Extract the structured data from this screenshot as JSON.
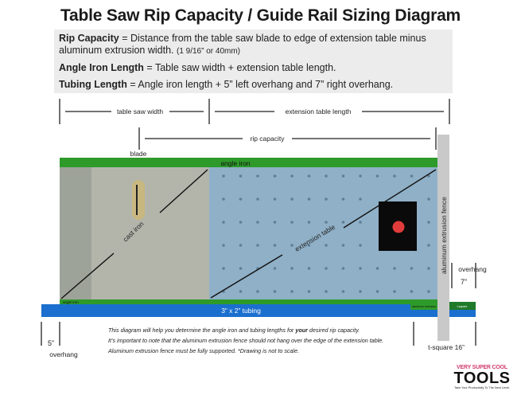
{
  "title": "Table Saw Rip Capacity / Guide Rail Sizing Diagram",
  "definitions": {
    "rip_capacity": {
      "term": "Rip Capacity",
      "text": " = Distance from the table saw blade to edge of extension table minus",
      "text2": "aluminum extrusion width. ",
      "note": "(1 9/16” or 40mm)"
    },
    "angle_iron": {
      "term": "Angle Iron Length",
      "text": " = Table saw width + extension table length."
    },
    "tubing": {
      "term": "Tubing Length",
      "text": " = Angle iron length + 5” left overhang and 7” right overhang."
    }
  },
  "diagram": {
    "dim_table_saw_width": "table saw width",
    "dim_extension_table_length": "extension table length",
    "dim_rip_capacity": "rip capacity",
    "blade": "blade",
    "angle_iron": "angle iron",
    "angle_iron_small": "angle iron",
    "cast_iron": "cast iron",
    "extension_table": "extension table",
    "fence": "aluminum extrusion fence",
    "tubing": "3” x 2” tubing",
    "left_overhang_value": "5”",
    "left_overhang_label": "overhang",
    "right_overhang_value": "7”",
    "right_overhang_label": "overhang",
    "tsquare": "t-square 16”",
    "tiny_right_1": "aluminum extrusion",
    "tiny_right_2": "t-square"
  },
  "notes": {
    "line1_pre": "This diagram will help you determine the angle iron and tubing lengths for ",
    "line1_bold": "your",
    "line1_post": " desired rip capacity.",
    "line2": "It’s important to note that the aluminum extrusion fence should not hang over the edge of the extension table.",
    "line3": "Aluminum extrusion fence must be fully supported. *Drawing is not to scale."
  },
  "logo": {
    "top": "VERY SUPER COOL",
    "main": "TOOLS",
    "tagline": "Take Your Productivity To The Next Level."
  },
  "colors": {
    "green": "#2e9a2a",
    "blue": "#1b6fce",
    "extension": "#8fb0c7",
    "cast_iron_dark": "#9ea39a",
    "cast_iron_light": "#b3b5ab",
    "fence": "#c9c9c9",
    "red": "#e03c3c",
    "tan": "#c8b77f"
  }
}
